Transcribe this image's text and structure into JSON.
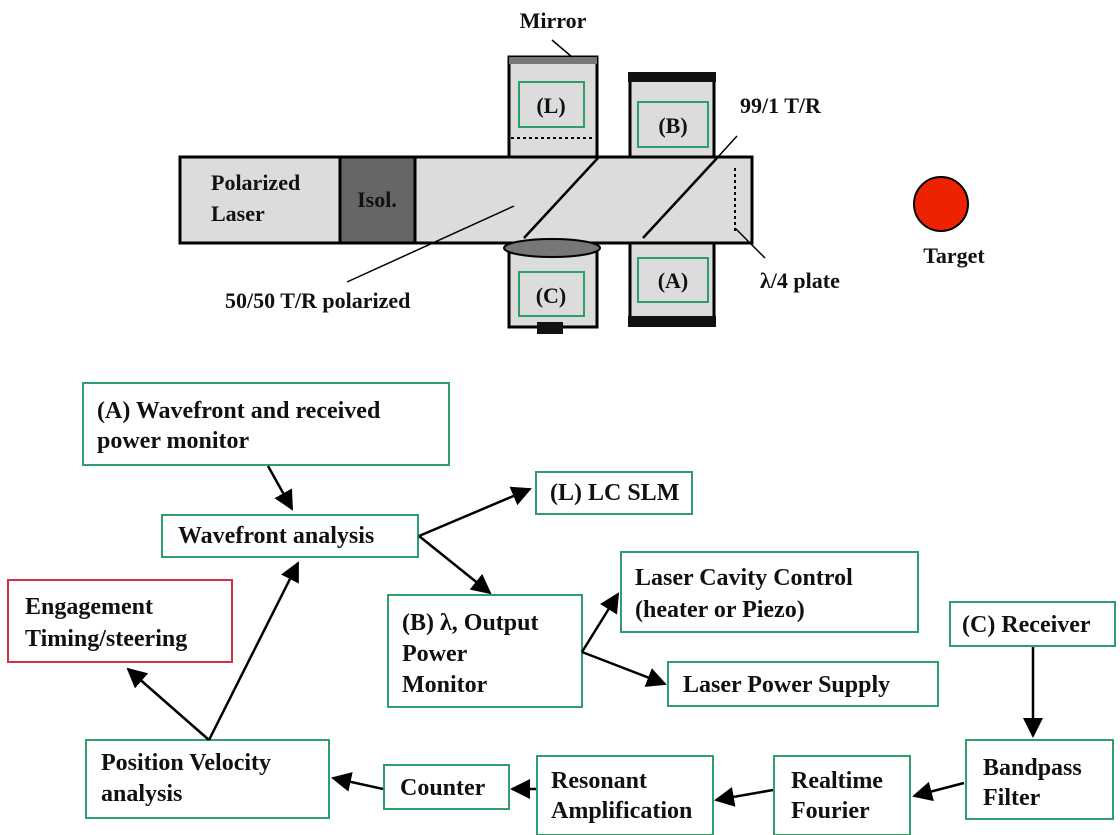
{
  "optical": {
    "mirror_label": "Mirror",
    "box_L": "(L)",
    "box_B": "(B)",
    "box_C": "(C)",
    "box_A": "(A)",
    "laser_line1": "Polarized",
    "laser_line2": "Laser",
    "isolator": "Isol.",
    "splitter_99": "99/1 T/R",
    "splitter_50": "50/50 T/R polarized",
    "quarter_wave": "λ/4 plate",
    "target": "Target"
  },
  "flow": {
    "wavefront_monitor": [
      "(A) Wavefront and received",
      "power monitor"
    ],
    "wavefront_analysis": [
      "Wavefront analysis"
    ],
    "lc_slm": [
      "(L) LC SLM"
    ],
    "engagement": [
      "Engagement",
      "Timing/steering"
    ],
    "output_monitor": [
      "(B) λ, Output",
      "Power",
      "Monitor"
    ],
    "cavity_control": [
      "Laser Cavity Control",
      "(heater or Piezo)"
    ],
    "power_supply": [
      "Laser Power Supply"
    ],
    "receiver": [
      "(C) Receiver"
    ],
    "position_velocity": [
      "Position Velocity",
      "analysis"
    ],
    "counter": [
      "Counter"
    ],
    "resonant": [
      "Resonant",
      "Amplification"
    ],
    "fourier": [
      "Realtime",
      "Fourier"
    ],
    "bandpass": [
      "Bandpass",
      "Filter"
    ]
  },
  "colors": {
    "box_border": "#2e9e6b",
    "alert_border": "#cc3344",
    "housing_fill": "#dcdcdc",
    "isolator_fill": "#666666",
    "target_fill": "#ee2200"
  }
}
